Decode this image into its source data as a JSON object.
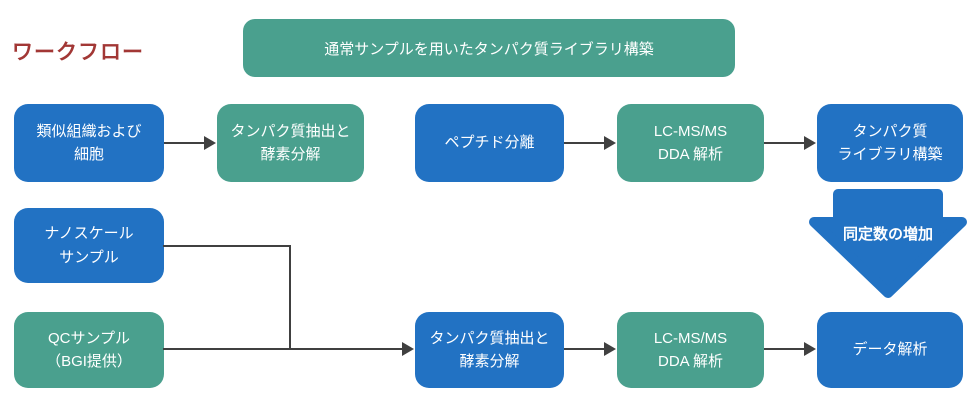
{
  "heading": "ワークフロー",
  "banner": {
    "label": "通常サンプルを用いたタンパク質ライブラリ構築"
  },
  "colors": {
    "blue": "#2272c3",
    "green": "#4aa08e",
    "arrow": "#404040",
    "title_red": "#a23735"
  },
  "top_row": {
    "similar_tissue": {
      "line1": "類似組織および",
      "line2": "細胞"
    },
    "protein_extraction": {
      "line1": "タンパク質抽出と",
      "line2": "酵素分解"
    },
    "peptide_separation": {
      "line1": "ペプチド分離"
    },
    "lcms_dda": {
      "line1": "LC-MS/MS",
      "line2": "DDA 解析"
    },
    "protein_library": {
      "line1": "タンパク質",
      "line2": "ライブラリ構築"
    }
  },
  "middle": {
    "increase_arrow_label": "同定数の増加"
  },
  "bottom_row": {
    "nanoscale_sample": {
      "line1": "ナノスケール",
      "line2": "サンプル"
    },
    "qc_sample": {
      "line1": "QCサンプル",
      "line2": "（BGI提供）"
    },
    "protein_extraction": {
      "line1": "タンパク質抽出と",
      "line2": "酵素分解"
    },
    "lcms_dda": {
      "line1": "LC-MS/MS",
      "line2": "DDA 解析"
    },
    "data_analysis": {
      "line1": "データ解析"
    }
  }
}
